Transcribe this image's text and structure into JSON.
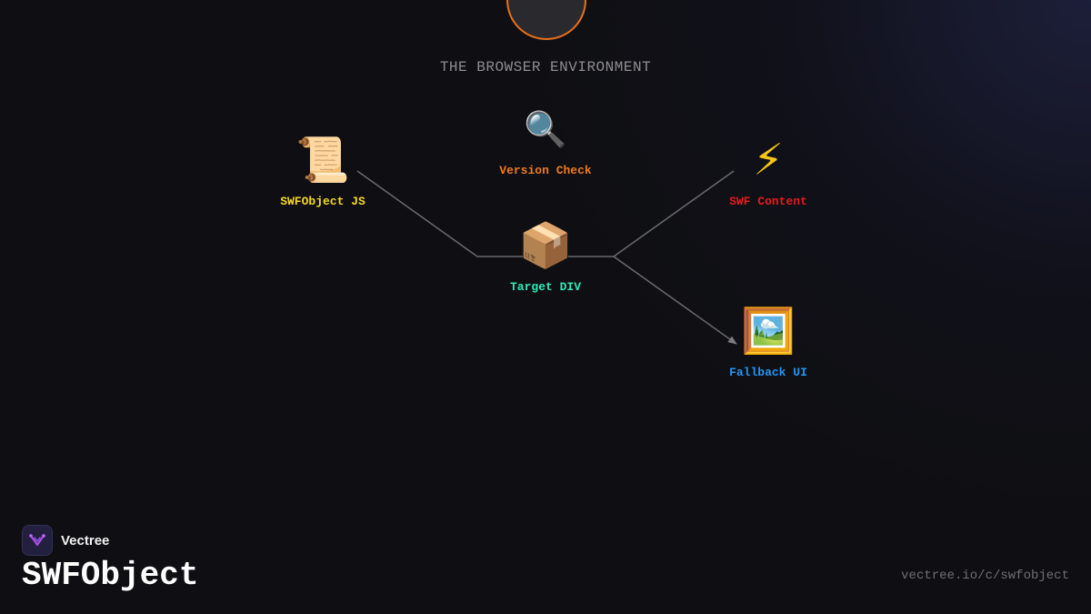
{
  "diagram": {
    "title": "THE BROWSER ENVIRONMENT",
    "nodes": [
      {
        "id": "swfobject-js",
        "icon": "scroll-icon",
        "glyph": "📜",
        "label": "SWFObject JS",
        "color": "#f5d922"
      },
      {
        "id": "version-check",
        "icon": "magnifier-icon",
        "glyph": "🔍",
        "label": "Version Check",
        "color": "#f07a1c"
      },
      {
        "id": "target-div",
        "icon": "package-icon",
        "glyph": "📦",
        "label": "Target DIV",
        "color": "#2ee8b6"
      },
      {
        "id": "swf-content",
        "icon": "lightning-icon",
        "glyph": "⚡",
        "label": "SWF Content",
        "color": "#e81a1a"
      },
      {
        "id": "fallback-ui",
        "icon": "framed-picture-icon",
        "glyph": "🖼️",
        "label": "Fallback UI",
        "color": "#2196f3"
      }
    ]
  },
  "brand": {
    "name": "Vectree"
  },
  "page": {
    "title": "SWFObject",
    "url": "vectree.io/c/swfobject"
  },
  "colors": {
    "background": "#0f0f13",
    "accent": "#e8701a",
    "link": "#6a6a6e"
  }
}
